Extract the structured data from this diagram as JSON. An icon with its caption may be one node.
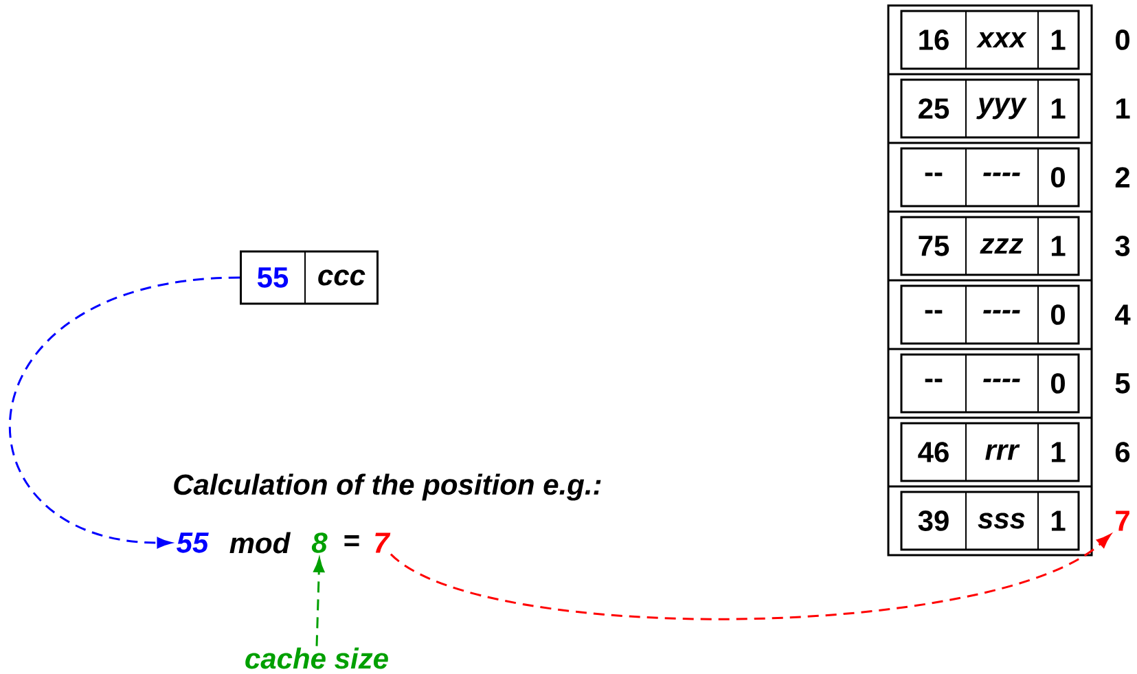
{
  "diagram": {
    "nodes": [
      {
        "text": [],
        "shape": "box"
      },
      {
        "text": [
          "16",
          "xxx",
          "1"
        ],
        "in": 0
      },
      {
        "text": [
          "25",
          "yyy",
          "1"
        ],
        "in": 0
      },
      {
        "text": [
          "--",
          "----",
          "0"
        ],
        "in": 0
      },
      {
        "text": [
          "75",
          "zzz",
          "1"
        ],
        "in": 0
      },
      {
        "text": [
          "--",
          "----",
          "0"
        ],
        "in": 0
      },
      {
        "text": [
          "--",
          "----",
          "0"
        ],
        "in": 0
      },
      {
        "text": [
          "46",
          "rrr",
          "1"
        ],
        "in": 0
      },
      {
        "text": [
          "39",
          "sss",
          "1"
        ],
        "in": 0
      },
      {
        "text": [
          "0"
        ]
      },
      {
        "text": [
          "1"
        ]
      },
      {
        "text": [
          "2"
        ]
      },
      {
        "text": [
          "3"
        ]
      },
      {
        "text": [
          "4"
        ]
      },
      {
        "text": [
          "5"
        ]
      },
      {
        "text": [
          "6"
        ]
      },
      {
        "text": [
          "7"
        ]
      },
      {
        "text": [
          "55",
          "ccc"
        ]
      },
      {
        "text": [
          "55"
        ]
      },
      {
        "text": [
          "8"
        ]
      },
      {
        "text": [
          "7"
        ]
      },
      {
        "text": [
          "cache size"
        ]
      }
    ],
    "edges": [
      {
        "from": 17,
        "to": 18,
        "arrow": "to",
        "style": "dashed",
        "color": "#0000ff"
      },
      {
        "from": 21,
        "to": 19,
        "arrow": "to",
        "style": "dashed",
        "color": "#00a000"
      },
      {
        "from": 20,
        "to": 16,
        "arrow": "to",
        "style": "dashed",
        "color": "#ff0000"
      }
    ],
    "labels": [
      "Calculation of the position e.g.:",
      "mod",
      "="
    ]
  }
}
